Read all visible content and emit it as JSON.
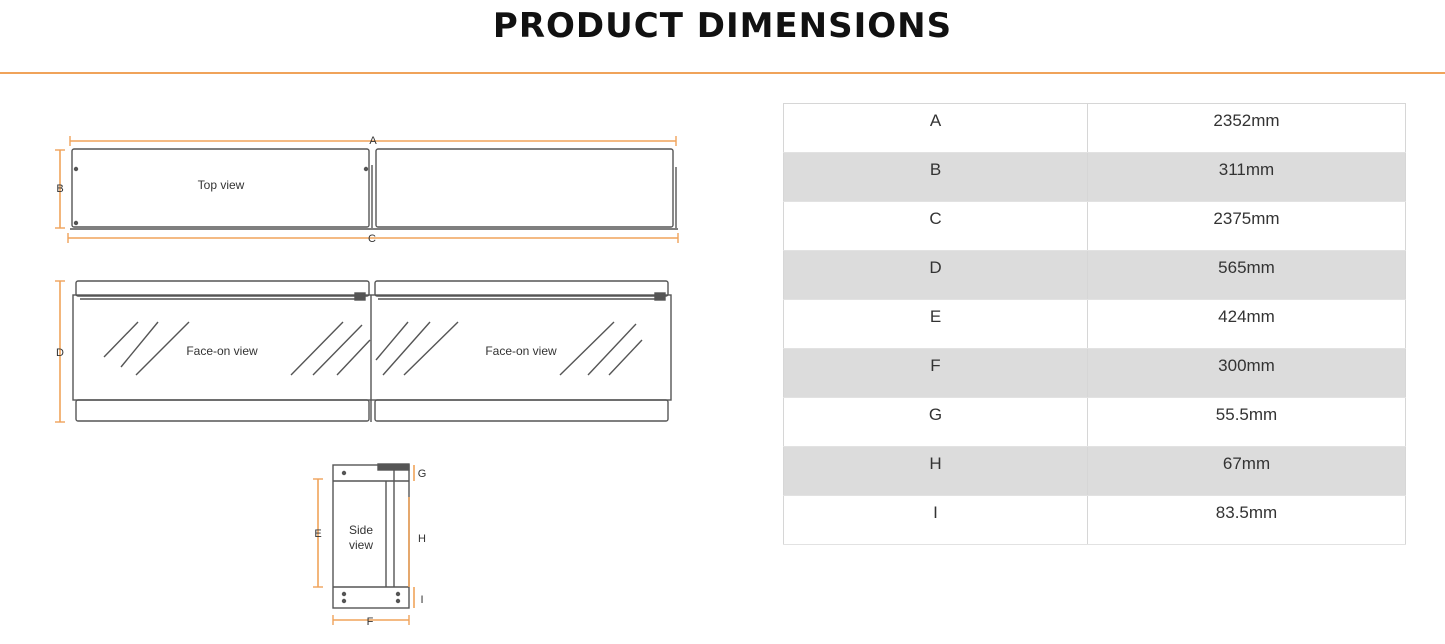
{
  "header": {
    "title": "PRODUCT DIMENSIONS"
  },
  "diagram": {
    "top_view_label": "Top view",
    "face_view_label_left": "Face-on view",
    "face_view_label_right": "Face-on view",
    "side_view_label_line1": "Side",
    "side_view_label_line2": "view",
    "dim_letters": {
      "a": "A",
      "b": "B",
      "c": "C",
      "d": "D",
      "e": "E",
      "f": "F",
      "g": "G",
      "h": "H",
      "i": "I"
    }
  },
  "dimensions": [
    {
      "key": "A",
      "value": "2352mm"
    },
    {
      "key": "B",
      "value": "311mm"
    },
    {
      "key": "C",
      "value": "2375mm"
    },
    {
      "key": "D",
      "value": "565mm"
    },
    {
      "key": "E",
      "value": "424mm"
    },
    {
      "key": "F",
      "value": "300mm"
    },
    {
      "key": "G",
      "value": "55.5mm"
    },
    {
      "key": "H",
      "value": "67mm"
    },
    {
      "key": "I",
      "value": "83.5mm"
    }
  ],
  "colors": {
    "accent": "#f0a35a",
    "row_shade": "#dcdcdc",
    "outline": "#555555"
  }
}
